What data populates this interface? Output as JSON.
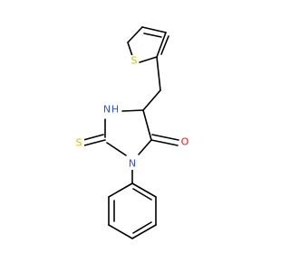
{
  "molecule": {
    "colors": {
      "sulfur": "#C6C600",
      "nitrogen": "#3050F8",
      "oxygen": "#FF0D0D",
      "bond": "#000000",
      "background": "#ffffff"
    },
    "atoms": {
      "thiophene_s": "S",
      "thione_s": "S",
      "nh_label": "N",
      "nh_h": "H",
      "n_phenyl": "N",
      "carbonyl_o": "O"
    }
  }
}
